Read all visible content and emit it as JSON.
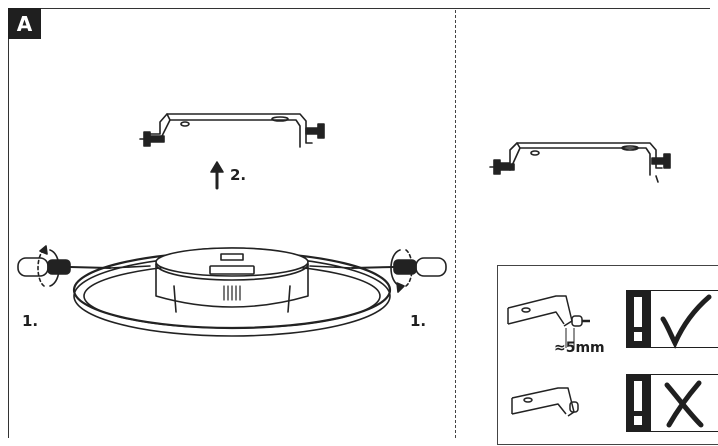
{
  "panel_label": "A",
  "steps": {
    "step1_left": "1.",
    "step1_right": "1.",
    "step2": "2."
  },
  "gap_note": "≈5mm",
  "icons": {
    "warning": "exclamation-icon",
    "correct": "check-mark-icon",
    "wrong": "cross-mark-icon"
  },
  "colors": {
    "ink": "#1f1f1f",
    "background": "#ffffff"
  }
}
